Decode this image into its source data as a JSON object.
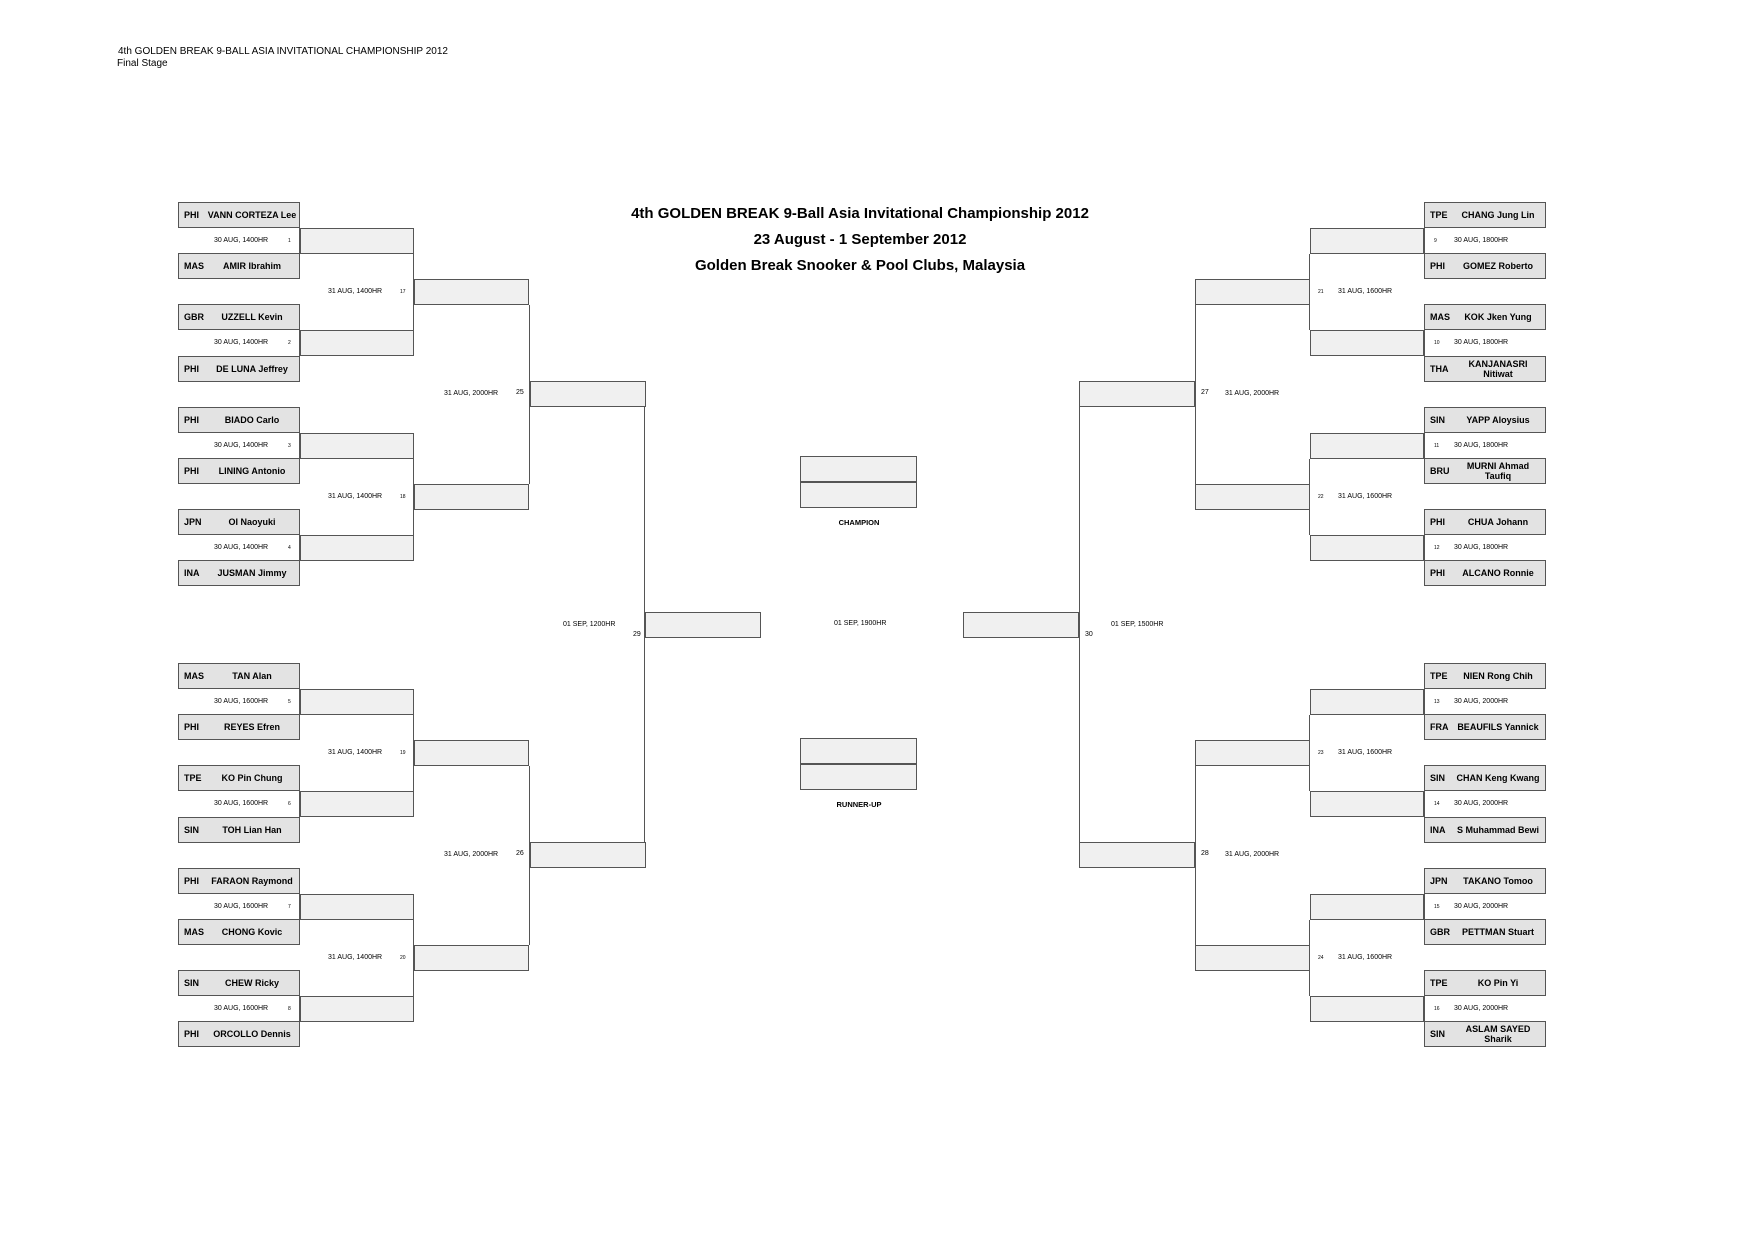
{
  "header": {
    "line1": "4th GOLDEN BREAK 9-BALL ASIA INVITATIONAL CHAMPIONSHIP 2012",
    "line2": "Final Stage"
  },
  "title": {
    "line1": "4th GOLDEN BREAK 9-Ball Asia Invitational Championship 2012",
    "line2": "23 August - 1 September 2012",
    "line3": "Golden Break Snooker & Pool Clubs, Malaysia"
  },
  "left_players": [
    {
      "country": "PHI",
      "name": "VANN CORTEZA Lee"
    },
    {
      "country": "MAS",
      "name": "AMIR Ibrahim"
    },
    {
      "country": "GBR",
      "name": "UZZELL Kevin"
    },
    {
      "country": "PHI",
      "name": "DE LUNA Jeffrey"
    },
    {
      "country": "PHI",
      "name": "BIADO Carlo"
    },
    {
      "country": "PHI",
      "name": "LINING Antonio"
    },
    {
      "country": "JPN",
      "name": "OI Naoyuki"
    },
    {
      "country": "INA",
      "name": "JUSMAN Jimmy"
    },
    {
      "country": "MAS",
      "name": "TAN Alan"
    },
    {
      "country": "PHI",
      "name": "REYES Efren"
    },
    {
      "country": "TPE",
      "name": "KO Pin Chung"
    },
    {
      "country": "SIN",
      "name": "TOH Lian Han"
    },
    {
      "country": "PHI",
      "name": "FARAON Raymond"
    },
    {
      "country": "MAS",
      "name": "CHONG Kovic"
    },
    {
      "country": "SIN",
      "name": "CHEW Ricky"
    },
    {
      "country": "PHI",
      "name": "ORCOLLO Dennis"
    }
  ],
  "right_players": [
    {
      "country": "TPE",
      "name": "CHANG Jung Lin"
    },
    {
      "country": "PHI",
      "name": "GOMEZ Roberto"
    },
    {
      "country": "MAS",
      "name": "KOK Jken Yung"
    },
    {
      "country": "THA",
      "name": "KANJANASRI Nitiwat"
    },
    {
      "country": "SIN",
      "name": "YAPP Aloysius"
    },
    {
      "country": "BRU",
      "name": "MURNI Ahmad Taufiq"
    },
    {
      "country": "PHI",
      "name": "CHUA Johann"
    },
    {
      "country": "PHI",
      "name": "ALCANO Ronnie"
    },
    {
      "country": "TPE",
      "name": "NIEN Rong Chih"
    },
    {
      "country": "FRA",
      "name": "BEAUFILS Yannick"
    },
    {
      "country": "SIN",
      "name": "CHAN Keng Kwang"
    },
    {
      "country": "INA",
      "name": "S Muhammad Bewi"
    },
    {
      "country": "JPN",
      "name": "TAKANO Tomoo"
    },
    {
      "country": "GBR",
      "name": "PETTMAN Stuart"
    },
    {
      "country": "TPE",
      "name": "KO Pin Yi"
    },
    {
      "country": "SIN",
      "name": "ASLAM SAYED Sharik"
    }
  ],
  "left_r1": [
    {
      "time": "30 AUG, 1400HR",
      "match": "1"
    },
    {
      "time": "30 AUG, 1400HR",
      "match": "2"
    },
    {
      "time": "30 AUG, 1400HR",
      "match": "3"
    },
    {
      "time": "30 AUG, 1400HR",
      "match": "4"
    },
    {
      "time": "30 AUG, 1600HR",
      "match": "5"
    },
    {
      "time": "30 AUG, 1600HR",
      "match": "6"
    },
    {
      "time": "30 AUG, 1600HR",
      "match": "7"
    },
    {
      "time": "30 AUG, 1600HR",
      "match": "8"
    }
  ],
  "right_r1": [
    {
      "time": "30 AUG, 1800HR",
      "match": "9"
    },
    {
      "time": "30 AUG, 1800HR",
      "match": "10"
    },
    {
      "time": "30 AUG, 1800HR",
      "match": "11"
    },
    {
      "time": "30 AUG, 1800HR",
      "match": "12"
    },
    {
      "time": "30 AUG, 2000HR",
      "match": "13"
    },
    {
      "time": "30 AUG, 2000HR",
      "match": "14"
    },
    {
      "time": "30 AUG, 2000HR",
      "match": "15"
    },
    {
      "time": "30 AUG, 2000HR",
      "match": "16"
    }
  ],
  "left_r2": [
    {
      "time": "31 AUG, 1400HR",
      "match": "17"
    },
    {
      "time": "31 AUG, 1400HR",
      "match": "18"
    },
    {
      "time": "31 AUG, 1400HR",
      "match": "19"
    },
    {
      "time": "31 AUG, 1400HR",
      "match": "20"
    }
  ],
  "right_r2": [
    {
      "time": "31 AUG, 1600HR",
      "match": "21"
    },
    {
      "time": "31 AUG, 1600HR",
      "match": "22"
    },
    {
      "time": "31 AUG, 1600HR",
      "match": "23"
    },
    {
      "time": "31 AUG, 1600HR",
      "match": "24"
    }
  ],
  "left_r3": [
    {
      "time": "31 AUG, 2000HR",
      "match": "25"
    },
    {
      "time": "31 AUG, 2000HR",
      "match": "26"
    }
  ],
  "right_r3": [
    {
      "time": "31 AUG, 2000HR",
      "match": "27"
    },
    {
      "time": "31 AUG, 2000HR",
      "match": "28"
    }
  ],
  "semis": {
    "left": {
      "time": "01 SEP, 1200HR",
      "match": "29"
    },
    "right": {
      "time": "01 SEP, 1500HR",
      "match": "30"
    }
  },
  "final": {
    "time": "01 SEP, 1900HR",
    "champion_label": "CHAMPION",
    "runnerup_label": "RUNNER-UP"
  }
}
